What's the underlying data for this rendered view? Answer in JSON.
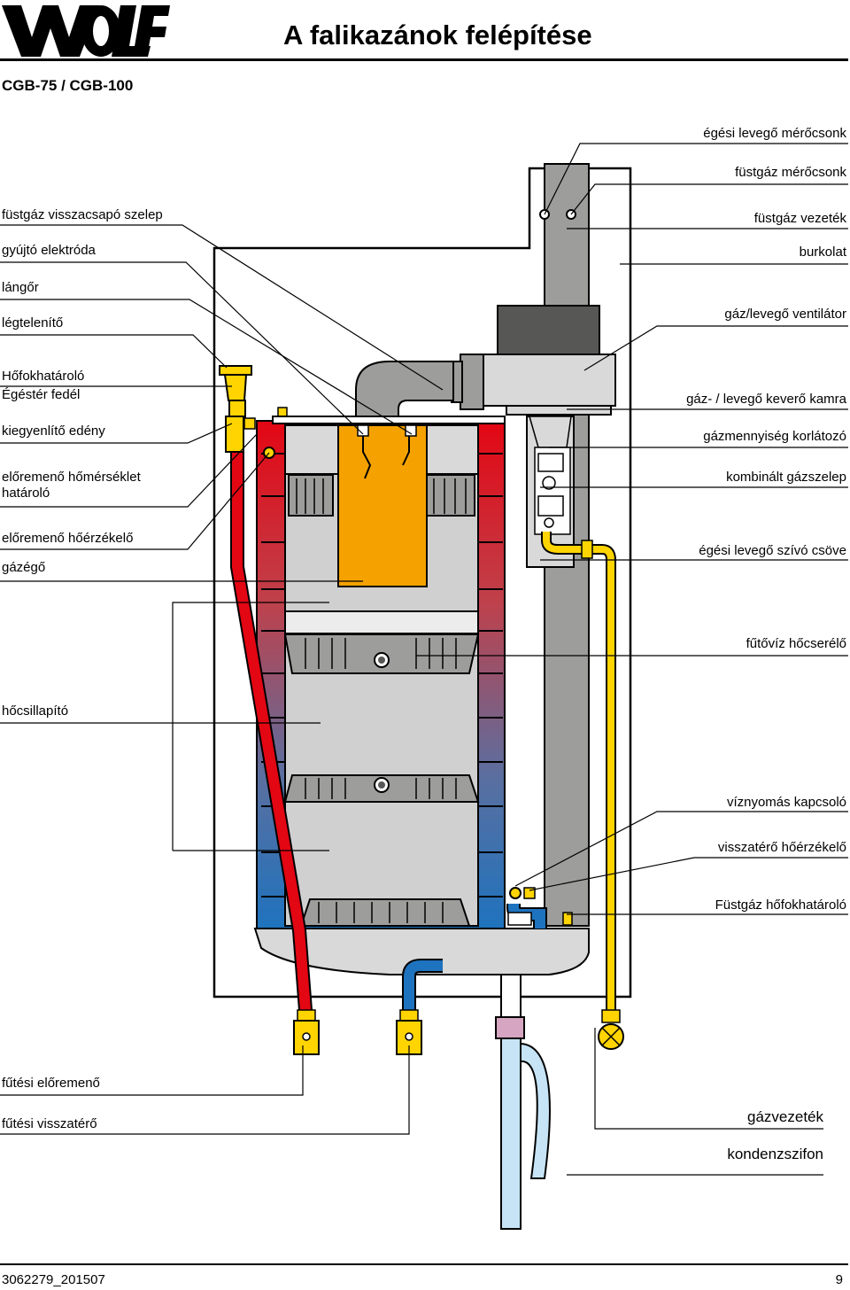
{
  "header": {
    "brand": "WOLF",
    "title": "A falikazánok felépítése",
    "model": "CGB-75 / CGB-100"
  },
  "labels_left": [
    "füstgáz visszacsapó szelep",
    "gyújtó elektróda",
    "lángőr",
    "légtelenítő",
    "Hőfokhatároló",
    "Égéstér fedél",
    "kiegyenlítő edény",
    "előremenő hőmérséklet határoló",
    "előremenő hőérzékelő",
    "gázégő",
    "hőcsillapító",
    "fűtési előremenő",
    "fűtési visszatérő"
  ],
  "labels_right": [
    "égési levegő mérőcsonk",
    "füstgáz mérőcsonk",
    "füstgáz vezeték",
    "burkolat",
    "gáz/levegő ventilátor",
    "gáz- / levegő keverő kamra",
    "gázmennyiség korlátozó",
    "kombinált gázszelep",
    "égési levegő szívó csöve",
    "fűtővíz hőcserélő",
    "víznyomás kapcsoló",
    "visszatérő hőérzékelő",
    "Füstgáz hőfokhatároló",
    "gázvezeték",
    "kondenzszifon"
  ],
  "footer": {
    "doc_number": "3062279_201507",
    "page": "9"
  },
  "colors": {
    "flow_red": "#e30613",
    "return_blue": "#1e73be",
    "burner_orange": "#f5a200",
    "gas_yellow": "#ffd400",
    "flue_gray": "#9d9d9c",
    "light_gray": "#d9d9d9",
    "dark_gray": "#575756",
    "condensate_blue": "#c6e4f5",
    "pink": "#d5a5c1"
  }
}
